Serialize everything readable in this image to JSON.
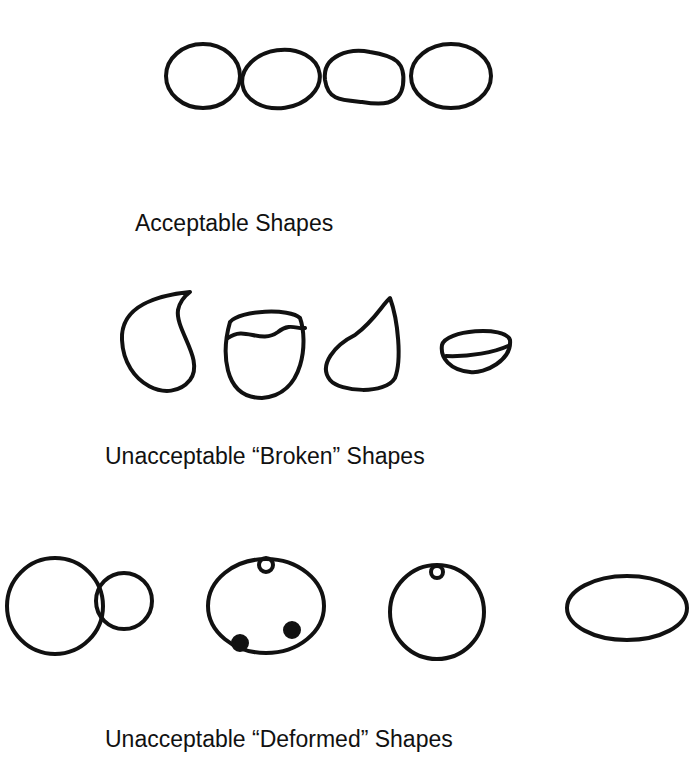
{
  "diagram": {
    "labels": [
      "Acceptable Shapes",
      "Unacceptable “Broken” Shapes",
      "Unacceptable “Deformed” Shapes"
    ]
  }
}
